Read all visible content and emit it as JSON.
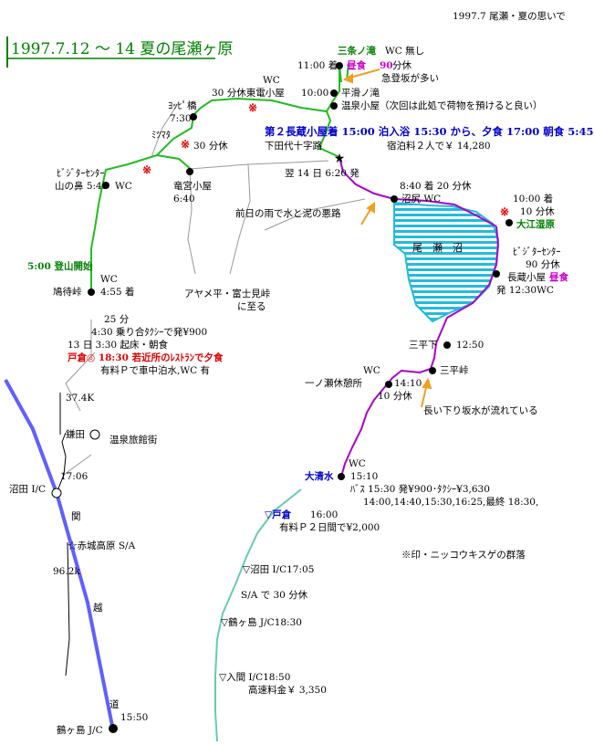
{
  "header": {
    "top_right": "1997.7 尾瀬・夏の思いで",
    "title": "1997.7.12 〜 14 夏の尾瀬ヶ原"
  },
  "colors": {
    "green_route": "#22bb22",
    "purple_route": "#aa00cc",
    "blue_highway": "#6060ff",
    "teal_route": "#66ccaa",
    "water": "#22bbdd",
    "arrow": "#f0a020",
    "marker_red": "#e00000"
  },
  "labels": {
    "sanjo_falls": "三条ノ滝",
    "sanjo_wc": "WC 無し",
    "sanjo_time": "11:00 着",
    "lunch1": "昼食",
    "lunch1_rest": "90",
    "lunch1_rest_unit": "分休",
    "steep": "急登坂が多い",
    "hirataki_time": "10:00",
    "hirataki": "平滑ノ滝",
    "onsen_hut": "温泉小屋（次回は此処で荷物を預けると良い）",
    "wc_east": "WC",
    "east_hut": "30 分休東電小屋",
    "yoppi_bridge": "ﾖｯﾋﾟ橋",
    "yoppi_time": "7:30",
    "stay2": "第２長蔵小屋着 15:00 泊入浴 15:30 から、夕食 17:00 朝食 5:45",
    "shimotashiro": "下田代十字路",
    "lodging": "宿泊料２人で￥ 14,280",
    "miwatsu": "ﾐﾂﾏﾀ",
    "rest30_a": "30 分休",
    "visitor_center_w": "ﾋﾞｼﾞﾀｰｾﾝﾀｰ",
    "yamanohana": "山の鼻 5:45",
    "wc_yamanohana": "WC",
    "ryugu_hut": "竜宮小屋",
    "ryugu_time": "6:40",
    "day14": "翌 14 日 6:20 発",
    "mud": "前日の雨で水と泥の悪路",
    "hashin_time": "8:40 着 20 分休",
    "hashin": "沼尻 WC",
    "lake": "尾瀬沼",
    "oe_time": "10:00 着",
    "oe_rest": "10 分休",
    "oe_marsh": "大江湿原",
    "visitor_center_e": "ﾋﾞｼﾞﾀｰｾﾝﾀｰ",
    "vc_rest": "90 分休",
    "chozo_hut": "長蔵小屋",
    "lunch2": "昼食",
    "chozo_depart": "発 12:30WC",
    "start": "5:00 登山開始",
    "wc_hatomachi": "WC",
    "hatomachi": "鳩待峠",
    "hatomachi_time": "4:55 着",
    "ayame": "アヤメ平・富士見峠",
    "ayame2": "に至る",
    "mins25": "25 分",
    "taxi": "4:30 乗り合ﾀｸｼｰで発¥900",
    "day13": "13 日 3:30 起床・朝食",
    "tokura_dinner": "戸倉◎ 18:30 若近所のﾚｽﾄﾗﾝで夕食",
    "parking_sleep": "有料Ｐで車中泊水,WC 有",
    "sanpeishita": "三平下",
    "sanpeishita_time": "12:50",
    "sanpei_pass": "三平峠",
    "wc_ichinose": "WC",
    "ichinose": "一ノ瀬休憩所",
    "ichinose_time": "14:10",
    "ichinose_rest": "10 分休",
    "downhill": "長い下り坂水が流れている",
    "dist1": "37.4K",
    "kamata": "鎌田",
    "onsen_inn": "温泉旅館街",
    "numata_ic": "沼田 I/C",
    "numata_time": "17:06",
    "kan": "関",
    "akagi": "☆赤城高原 S/A",
    "dist2": "96.2k",
    "etsu": "越",
    "wc_oshimizu": "WC",
    "oshimizu": "大清水",
    "oshimizu_time": "15:10",
    "bus": "ﾊﾞｽ 15:30 発¥900･ﾀｸｼｰ¥3,630",
    "bus_times": "14:00,14:40,15:30,16:25,最終 18:30,",
    "tokura_ret": "▽戸倉",
    "tokura_ret_time": "16:00",
    "tokura_park": "有料Ｐ２日間で¥2,000",
    "nikko_note": "※印・ニッコウキスゲの群落",
    "numata_ret": "▽沼田 I/C17:05",
    "sa_rest": "S/A で 30 分休",
    "tsurugashima_ret": "▽鶴ヶ島 J/C18:30",
    "iruma": "▽入間 I/C18:50",
    "toll": "高速料金￥ 3,350",
    "dou": "道",
    "tsuru_time": "15:50",
    "tsurugashima": "鶴ヶ島 J/C",
    "marker": "※"
  }
}
